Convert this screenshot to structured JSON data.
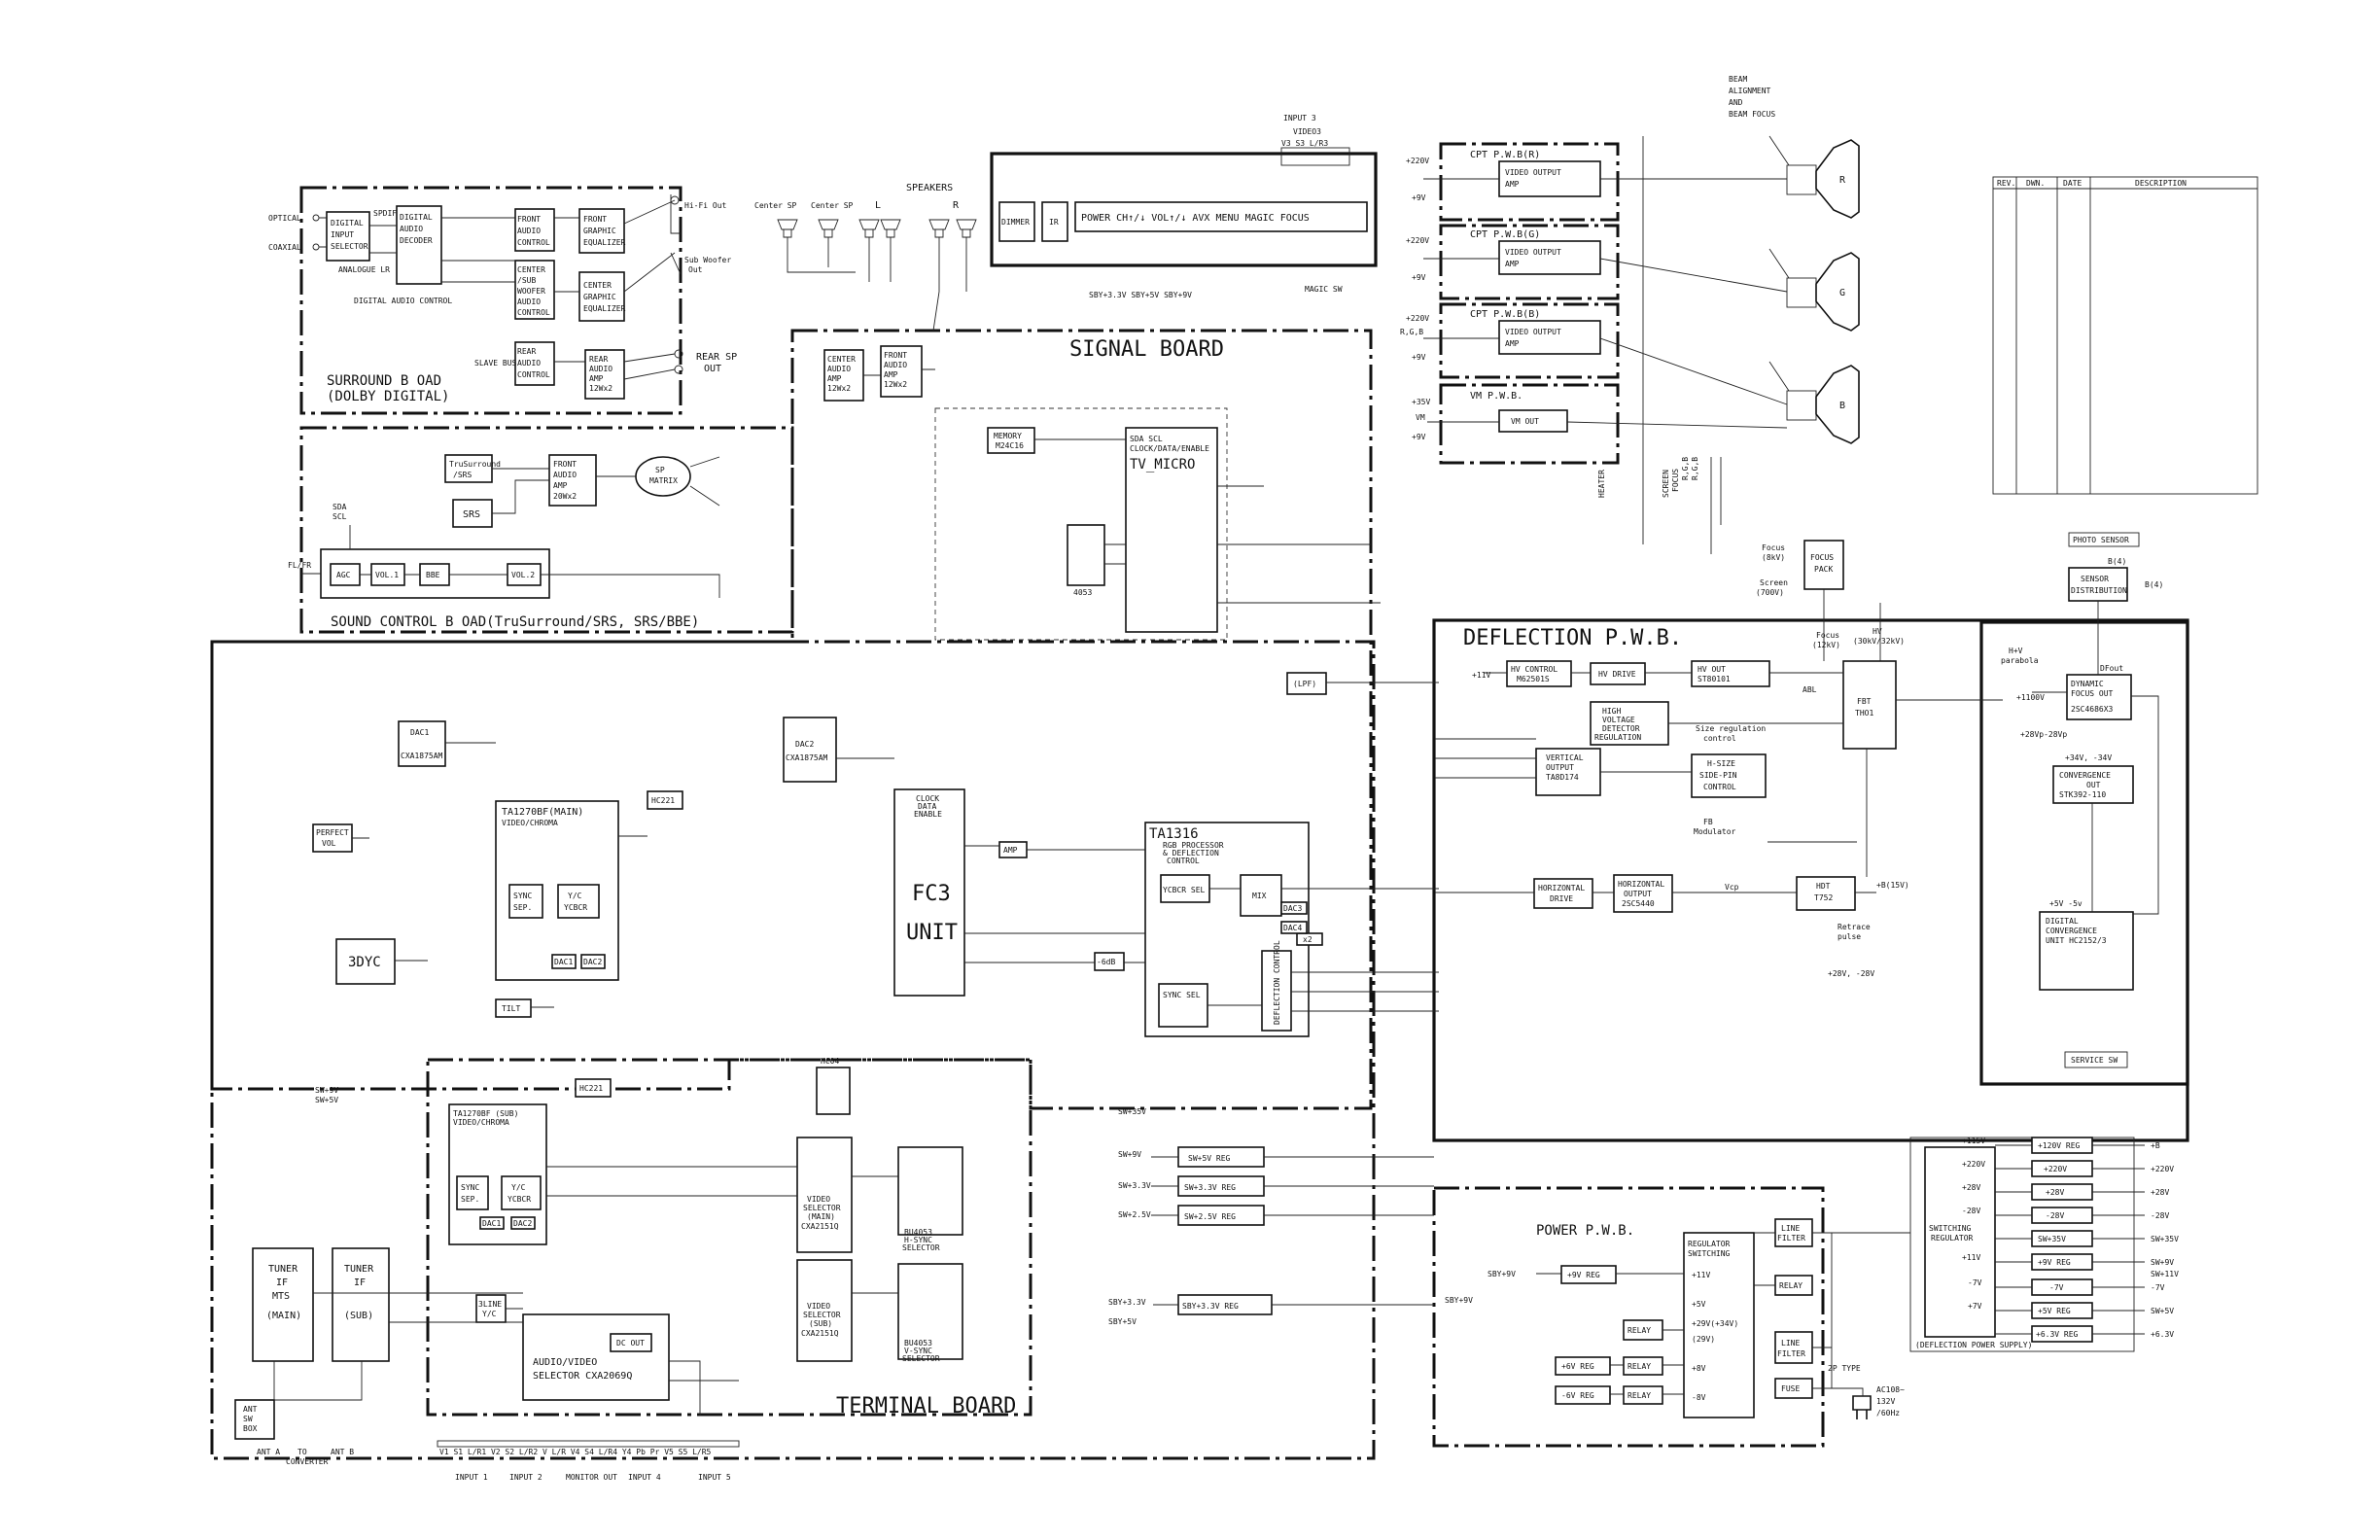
{
  "boards": {
    "surround": [
      "SURROUND B OAD",
      "(DOLBY DIGITAL)"
    ],
    "sound_control": "SOUND CONTROL B OAD(TruSurround/SRS, SRS/BBE)",
    "signal": "SIGNAL BOARD",
    "terminal": "TERMINAL BOARD",
    "deflection": "DEFLECTION P.W.B.",
    "power": "POWER P.W.B.",
    "deflection_supply": "(DEFLECTION POWER SUPPLY)"
  },
  "surround_blocks": {
    "digital_selector": [
      "DIGITAL",
      "INPUT",
      "SELECTOR"
    ],
    "decoder": [
      "DIGITAL",
      "AUDIO",
      "DECODER"
    ],
    "front_ctrl": [
      "FRONT",
      "AUDIO",
      "CONTROL"
    ],
    "center_ctrl": [
      "CENTER",
      "/SUB",
      "WOOFER",
      "AUDIO",
      "CONTROL"
    ],
    "rear_ctrl": [
      "REAR",
      "AUDIO",
      "CONTROL"
    ],
    "front_eq": [
      "FRONT",
      "GRAPHIC",
      "EQUALIZER"
    ],
    "center_eq": [
      "CENTER",
      "GRAPHIC",
      "EQUALIZER"
    ],
    "rear_amp": [
      "REAR",
      "AUDIO",
      "AMP",
      "12Wx2"
    ],
    "optical": "OPTICAL",
    "coaxial": "COAXIAL",
    "spdif": "SPDIF",
    "analogue": "ANALOGUE LR",
    "dac_label": "DIGITAL AUDIO CONTROL",
    "rear_sp_out": [
      "REAR SP",
      "OUT"
    ],
    "hifi_out": "Hi-Fi Out",
    "slave_bus": "SLAVE BUS",
    "sub_woofer": [
      "Sub Woofer",
      "Out"
    ]
  },
  "sound_blocks": {
    "trusurround": [
      "TruSurround",
      "/SRS"
    ],
    "srs": "SRS",
    "front_amp": [
      "FRONT",
      "AUDIO",
      "AMP",
      "20Wx2"
    ],
    "sp_matrix": [
      "SP",
      "MATRIX"
    ],
    "agc": "AGC",
    "vol1": "VOL.1",
    "bbe": "BBE",
    "vol2": "VOL.2",
    "sda_scl": [
      "SDA",
      "SCL"
    ],
    "flptr": "FL/FR"
  },
  "speakers": {
    "title": "SPEAKERS",
    "labels": [
      "Center SP",
      "Center SP",
      "L",
      "R"
    ]
  },
  "top_panel": {
    "input3": "INPUT 3",
    "video3": "VIDEO3",
    "video3_pins": "V3  S3  L/R3",
    "dimmer": "DIMMER",
    "ir": "IR",
    "keys": "POWER CH↑/↓ VOL↑/↓ AVX MENU MAGIC FOCUS",
    "sby": "SBY+3.3V  SBY+5V  SBY+9V",
    "magic_sw": "MAGIC SW"
  },
  "signal_blocks": {
    "center_amp": [
      "CENTER",
      "AUDIO",
      "AMP",
      "12Wx2"
    ],
    "front_amp2": [
      "FRONT",
      "AUDIO",
      "AMP",
      "12Wx2"
    ],
    "memory": [
      "MEMORY",
      "M24C16"
    ],
    "tv_micro": [
      "SDA SCL",
      "CLOCK/DATA/ENABLE",
      "TV_MICRO"
    ],
    "ch4053": "4053",
    "dac1": [
      "DAC1",
      "CXA1875AM"
    ],
    "dac2": [
      "DAC2",
      "CXA1875AM"
    ],
    "perfect_vol": [
      "PERFECT",
      "VOL"
    ],
    "ta1270_main": [
      "TA1270BF(MAIN)",
      "VIDEO/CHROMA"
    ],
    "sync_sep": [
      "SYNC",
      "SEP."
    ],
    "yc_ycbcr": [
      "Y/C",
      "YCBCR"
    ],
    "dac1s": "DAC1",
    "dac2s": "DAC2",
    "hc221": "HC221",
    "comb3d": "3DYC",
    "tilt": "TILT",
    "fc3": [
      "FC3",
      "UNIT"
    ],
    "clock_data": [
      "CLOCK",
      "DATA",
      "ENABLE"
    ],
    "amp": "AMP",
    "ta1316": [
      "TA1316",
      "RGB PROCESSOR",
      "& DEFLECTION",
      "CONTROL"
    ],
    "ycbcr_sel": "YCBCR SEL",
    "sync_sel": "SYNC SEL",
    "defl_ctrl": "DEFLECTION CONTROL",
    "lpf": "(LPF)",
    "mix": "MIX",
    "x2": "x2",
    "gdg": "-6dB",
    "dac3": "DAC3",
    "dac4": "DAC4"
  },
  "terminal_blocks": {
    "ta1270_sub": [
      "TA1270BF (SUB)",
      "VIDEO/CHROMA"
    ],
    "hc221b": "HC221",
    "hc04": "HC04",
    "sync_sep2": [
      "SYNC",
      "SEP."
    ],
    "yc2": [
      "Y/C",
      "YCBCR"
    ],
    "dac1b": "DAC1",
    "dac2b": "DAC2",
    "line_3": [
      "3LINE",
      "Y/C"
    ],
    "vsel_main": [
      "VIDEO",
      "SELECTOR",
      "(MAIN)",
      "CXA2151Q"
    ],
    "vsel_sub": [
      "VIDEO",
      "SELECTOR",
      "(SUB)",
      "CXA2151Q"
    ],
    "av_sel": [
      "AUDIO/VIDEO",
      "SELECTOR    CXA2069Q"
    ],
    "dc_out": "DC OUT",
    "tuner_main": [
      "TUNER",
      "IF",
      "MTS",
      "(MAIN)"
    ],
    "tuner_sub": [
      "TUNER",
      "IF",
      "(SUB)"
    ],
    "ant_box": [
      "ANT",
      "SW",
      "BOX"
    ],
    "ant_labels": [
      "ANT A",
      "TO",
      "CONVERTER",
      "ANT B"
    ],
    "bu4053a": [
      "BU4053",
      "H-SYNC",
      "SELECTOR"
    ],
    "bu4053b": [
      "BU4053",
      "V-SYNC",
      "SELECTOR"
    ],
    "sw_sys": [
      "SW+9V",
      "SW+5V"
    ]
  },
  "inputs": {
    "groups": [
      "INPUT 1",
      "INPUT 2",
      "MONITOR OUT",
      "INPUT 4",
      "INPUT 5"
    ],
    "pins": "V1  S1  L/R1  V2  S2  L/R2   V  L/R  V4  S4  L/R4  Y4  Pb  Pr  V5  S5  L/R5"
  },
  "supplies": {
    "sw35": "SW+35V",
    "sw9": "SW+9V",
    "sw33": "SW+3.3V",
    "sw25": "SW+2.5V",
    "reg5": "SW+5V REG",
    "reg33": "SW+3.3V REG",
    "reg25": "SW+2.5V REG",
    "sby33": "SBY+3.3V",
    "sby33reg": "SBY+3.3V REG",
    "sby5": "SBY+5V"
  },
  "crt": {
    "beam": [
      "BEAM",
      "ALIGNMENT",
      "AND",
      "BEAM FOCUS"
    ],
    "boards": [
      "CPT P.W.B(R)",
      "CPT P.W.B(G)",
      "CPT P.W.B(B)"
    ],
    "vo_amp": [
      "VIDEO OUTPUT",
      "AMP"
    ],
    "vm_board": "VM P.W.B.",
    "vm_out": "VM OUT",
    "tubes": [
      "R",
      "G",
      "B"
    ],
    "v220": "+220V",
    "v9": "+9V",
    "v35": "+35V",
    "rgb": "R,G,B",
    "vm": "VM",
    "heater": "HEATER",
    "screen_focus": [
      "SCREEN",
      "FOCUS",
      "R,G,B",
      "R,G,B"
    ]
  },
  "deflection": {
    "hv_ctrl": [
      "HV CONTROL",
      "M62501S"
    ],
    "hv_drive": "HV DRIVE",
    "hv_out": [
      "HV OUT",
      "ST80101"
    ],
    "hv_detect": [
      "HIGH",
      "VOLTAGE",
      "DETECTOR",
      "REGULATION"
    ],
    "fbt": [
      "FBT",
      "THO1"
    ],
    "vert_out": [
      "VERTICAL",
      "OUTPUT",
      "TA8D174"
    ],
    "hsize": [
      "H-SIZE",
      "SIDE-PIN",
      "CONTROL"
    ],
    "size_reg": [
      "Size regulation",
      "control"
    ],
    "fb_mod": [
      "FB",
      "Modulator"
    ],
    "horiz_drive": [
      "HORIZONTAL",
      "DRIVE"
    ],
    "horiz_out": [
      "HORIZONTAL",
      "OUTPUT",
      "2SC5440"
    ],
    "hdt": [
      "HDT",
      "T752"
    ],
    "vcp": "Vcp",
    "retrace": [
      "Retrace",
      "pulse"
    ],
    "b15": "+B(15V)",
    "v28": "+28V, -28V",
    "abl": "ABL",
    "focus_pack": [
      "FOCUS",
      "PACK"
    ],
    "focus_lbl": [
      "Focus",
      "(8kV)"
    ],
    "screen_lbl": [
      "Screen",
      "(700V)"
    ],
    "focus12": [
      "Focus",
      "(12kV)"
    ],
    "hv_lbl": [
      "HV",
      "(30kV/32kV)"
    ],
    "v11": "+11V",
    "photo": "PHOTO SENSOR",
    "sensor_dist": [
      "SENSOR",
      "DISTRIBUTION"
    ],
    "bl4": "B(4)",
    "hv_par": [
      "H+V",
      "parabola"
    ],
    "dyn_focus": [
      "DFout",
      "DYNAMIC",
      "FOCUS OUT",
      "2SC4686X3"
    ],
    "v1100": "+1100V",
    "conv_out": [
      "+34V, -34V",
      "CONVERGENCE",
      "OUT",
      "STK392-110"
    ],
    "dig_conv": [
      "DIGITAL",
      "CONVERGENCE",
      "UNIT   HC2152/3"
    ],
    "service": "SERVICE SW",
    "v28m": "+28Vp-28Vp",
    "v5sv": "+5V -5v"
  },
  "power": {
    "sby9": "SBY+9V",
    "reg9": "+9V REG",
    "sby9b": "SBY+9V",
    "reg_sw": [
      "REGULATOR",
      "SWITCHING"
    ],
    "line_filter": [
      "LINE",
      "FILTER"
    ],
    "relay": "RELAY",
    "fuse": "FUSE",
    "reg6p": "+6V REG",
    "reg6n": "-6V REG",
    "rails": [
      "+11V",
      "+5V",
      "+29V(+34V)",
      "(29V)",
      "+8V",
      "-8V"
    ],
    "plug": [
      "2P TYPE",
      "AC108~",
      "132V",
      "/60Hz"
    ],
    "sw_reg": [
      "SWITCHING",
      "REGULATOR"
    ],
    "in_rails": [
      "+115V",
      "+220V",
      "+28V",
      "-28V",
      "+11V",
      "-7V",
      "+7V"
    ],
    "regs": [
      "+120V REG",
      "+220V",
      "+28V",
      "-28V",
      "SW+35V",
      "+9V REG",
      "-7V",
      "+5V REG",
      "+6.3V REG"
    ],
    "outs": [
      "+B",
      "+220V",
      "+28V",
      "-28V",
      "SW+35V",
      "SW+9V",
      "-7V",
      "SW+5V",
      "+6.3V"
    ],
    "outs2": [
      "",
      "",
      "",
      "",
      "",
      "SW+11V",
      "",
      "",
      ""
    ]
  },
  "revision_table": {
    "headers": [
      "REV.",
      "DWN.",
      "DATE",
      "DESCRIPTION"
    ]
  }
}
